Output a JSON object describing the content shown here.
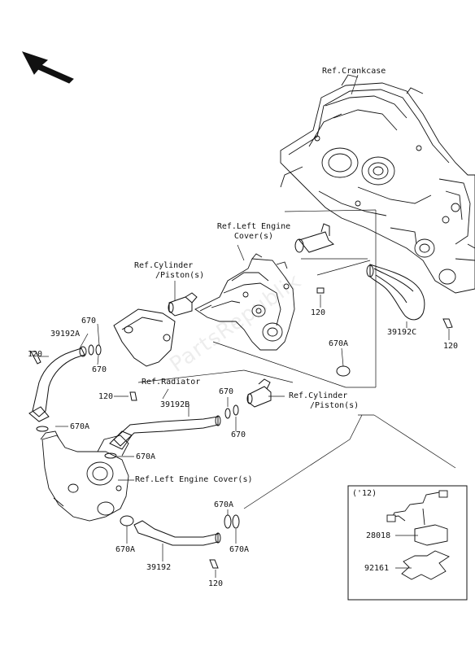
{
  "refs": {
    "crankcase": "Ref.Crankcase",
    "left_engine_cover_top": [
      "Ref.Left Engine",
      "Cover(s)"
    ],
    "cylinder_piston_top": [
      "Ref.Cylinder",
      "/Piston(s)"
    ],
    "radiator": "Ref.Radiator",
    "cylinder_piston_mid": [
      "Ref.Cylinder",
      "/Piston(s)"
    ],
    "left_engine_cover_low": "Ref.Left Engine Cover(s)"
  },
  "parts": {
    "p670_a": "670",
    "p670_b": "670",
    "p670_c": "670",
    "p670_d": "670",
    "p670A_a": "670A",
    "p670A_b": "670A",
    "p670A_c": "670A",
    "p670A_d": "670A",
    "p670A_e": "670A",
    "p670A_f": "670A",
    "p120_a": "120",
    "p120_b": "120",
    "p120_c": "120",
    "p120_d": "120",
    "p120_e": "120",
    "p39192A": "39192A",
    "p39192B": "39192B",
    "p39192C": "39192C",
    "p39192": "39192"
  },
  "inset": {
    "year": "('12)",
    "p28018": "28018",
    "p92161": "92161"
  },
  "watermark": "PartsRepublik"
}
